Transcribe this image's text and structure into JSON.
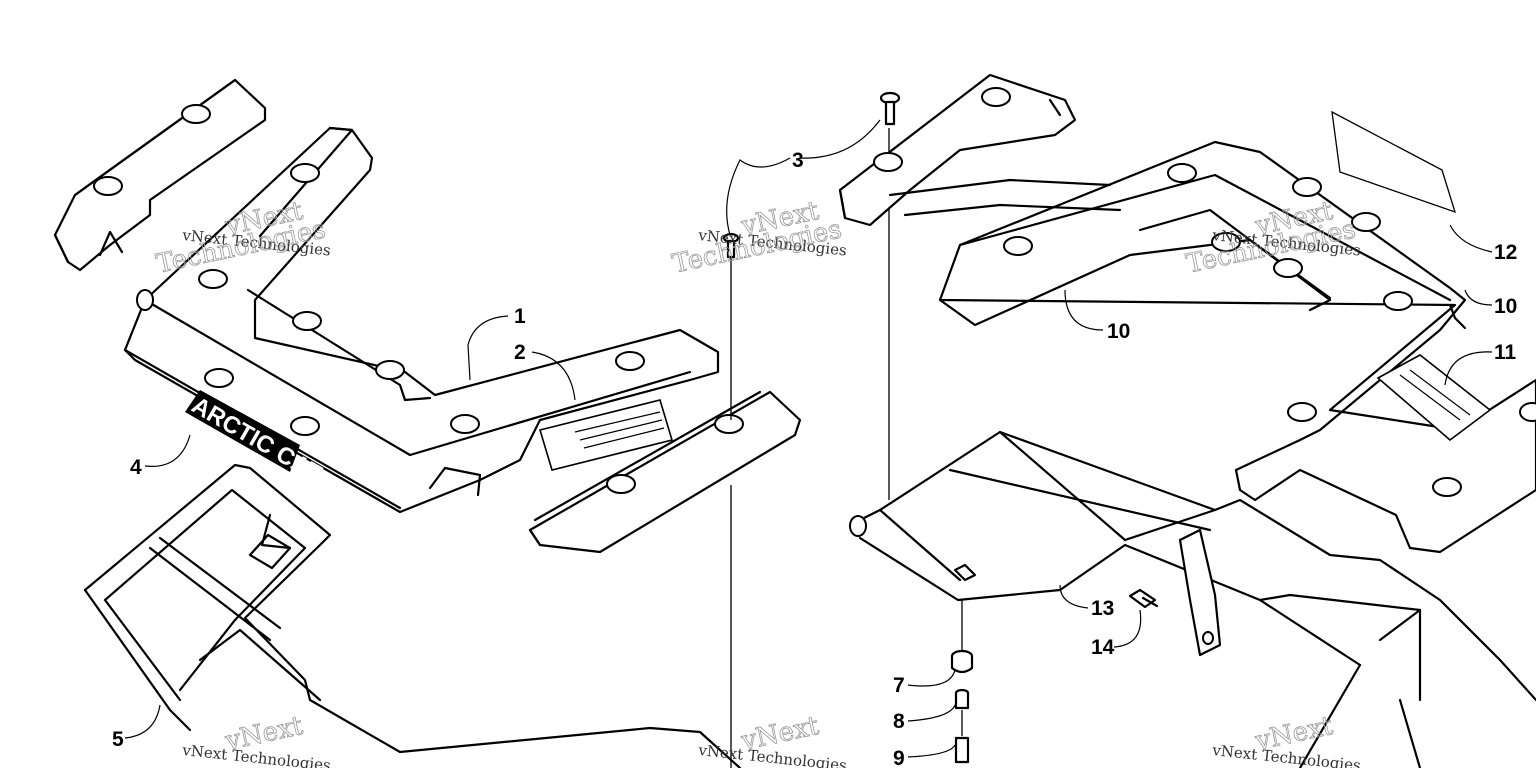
{
  "diagram": {
    "logo": "ARCTIC CAT",
    "watermark": {
      "line1": "vNext Technologies",
      "big_word1": "vNext",
      "big_word2": "Technologies"
    },
    "callouts": [
      {
        "id": "c1",
        "text": "1"
      },
      {
        "id": "c2",
        "text": "2"
      },
      {
        "id": "c3",
        "text": "3"
      },
      {
        "id": "c4",
        "text": "4"
      },
      {
        "id": "c5",
        "text": "5"
      },
      {
        "id": "c7",
        "text": "7"
      },
      {
        "id": "c8",
        "text": "8"
      },
      {
        "id": "c9",
        "text": "9"
      },
      {
        "id": "c10a",
        "text": "10"
      },
      {
        "id": "c10b",
        "text": "10"
      },
      {
        "id": "c11",
        "text": "11"
      },
      {
        "id": "c12",
        "text": "12"
      },
      {
        "id": "c13",
        "text": "13"
      },
      {
        "id": "c14",
        "text": "14"
      }
    ]
  }
}
